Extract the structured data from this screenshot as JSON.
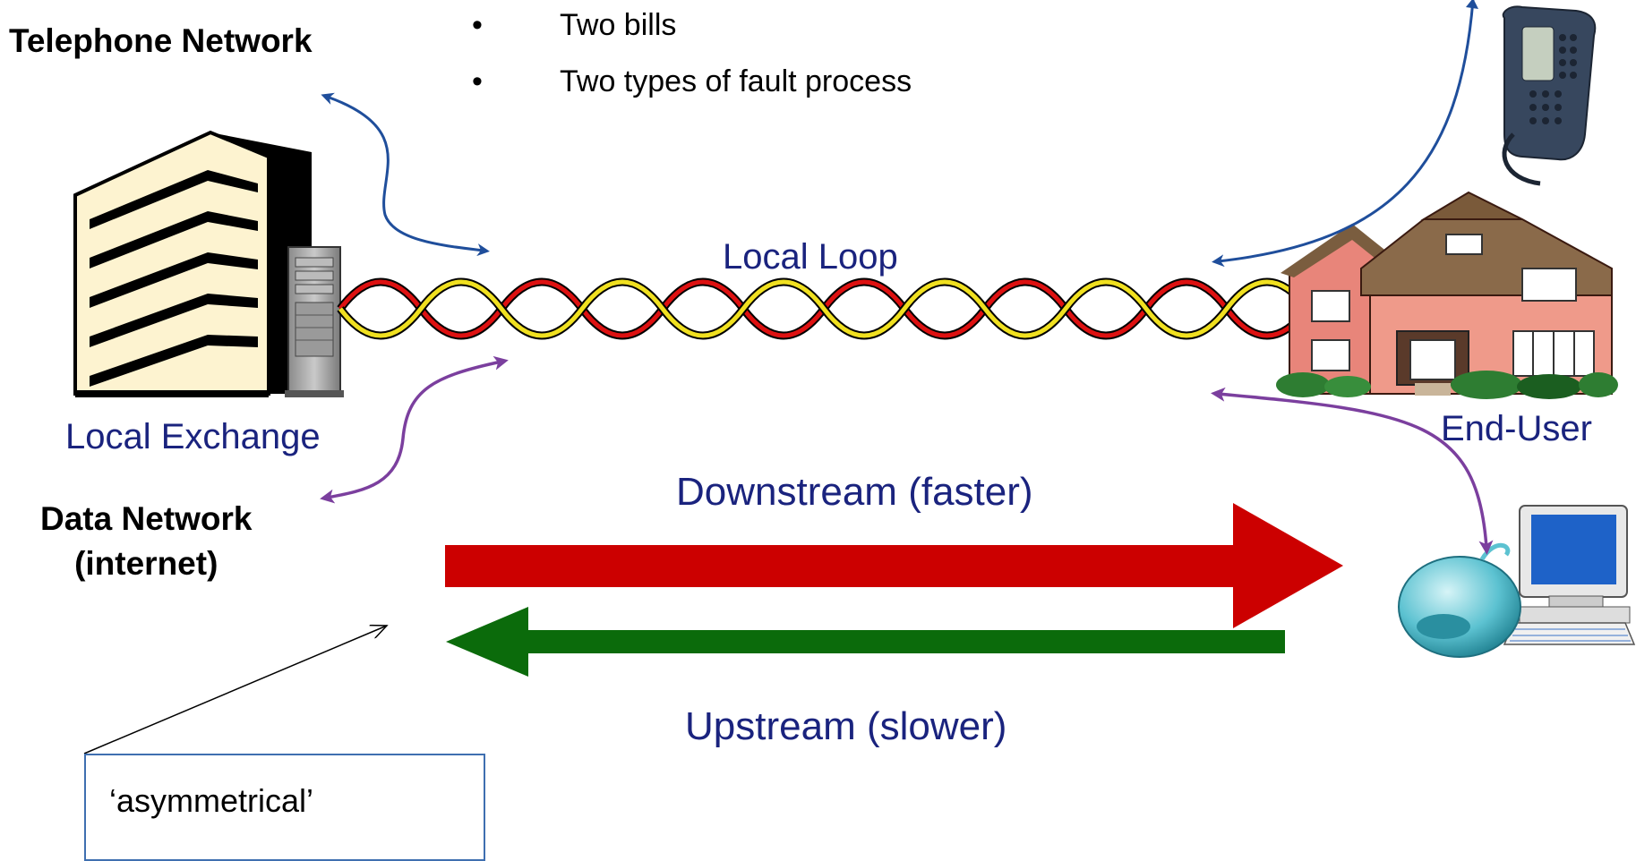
{
  "labels": {
    "telephone_network": "Telephone Network",
    "data_network_line1": "Data Network",
    "data_network_line2": "(internet)",
    "local_exchange": "Local Exchange",
    "local_loop": "Local Loop",
    "end_user": "End-User",
    "downstream": "Downstream (faster)",
    "upstream": "Upstream (slower)"
  },
  "bullets": [
    "Two bills",
    "Two types of fault process"
  ],
  "callout": {
    "text": "‘asymmetrical’"
  },
  "icons": {
    "exchange_building": "office-building-icon",
    "server": "server-tower-icon",
    "telephone": "desk-telephone-icon",
    "house": "house-icon",
    "computer": "desktop-computer-icon",
    "modem": "modem-icon"
  },
  "colors": {
    "telephone_link": "#1f4e9b",
    "data_link": "#7b3f9e",
    "downstream_arrow": "#cc0000",
    "upstream_arrow": "#0b6b0b",
    "wire_red": "#dd1111",
    "wire_yellow": "#f0e020",
    "label_blue": "#1a237e"
  }
}
